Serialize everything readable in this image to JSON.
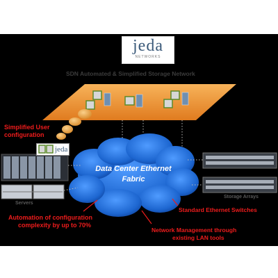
{
  "logo": {
    "word": "jeda",
    "tagline": "NETWORKS"
  },
  "heading": "SDN Automated & Simplified Storage Network",
  "cloud_label": "Data Center Ethernet Fabric",
  "labels": {
    "simplified_user_config": [
      "Simplified User",
      "configuration"
    ],
    "servers": "Servers",
    "storage_arrays": "Storage Arrays",
    "standard_switches": "Standard Ethernet Switches",
    "automation": [
      "Automation  of configuration",
      "complexity by up to 70%"
    ],
    "network_management": [
      "Network Management through",
      "existing LAN tools"
    ]
  },
  "colors": {
    "slide_bg": "#000000",
    "cloud": "#1f6fd6",
    "plane": "#f39a3a",
    "callout_text": "#ee1c1c",
    "bubbles": "#e5a54a"
  },
  "icons": [
    "jeda-node-icon",
    "server-rack-icon",
    "storage-array-icon",
    "thought-bubble-icon"
  ]
}
